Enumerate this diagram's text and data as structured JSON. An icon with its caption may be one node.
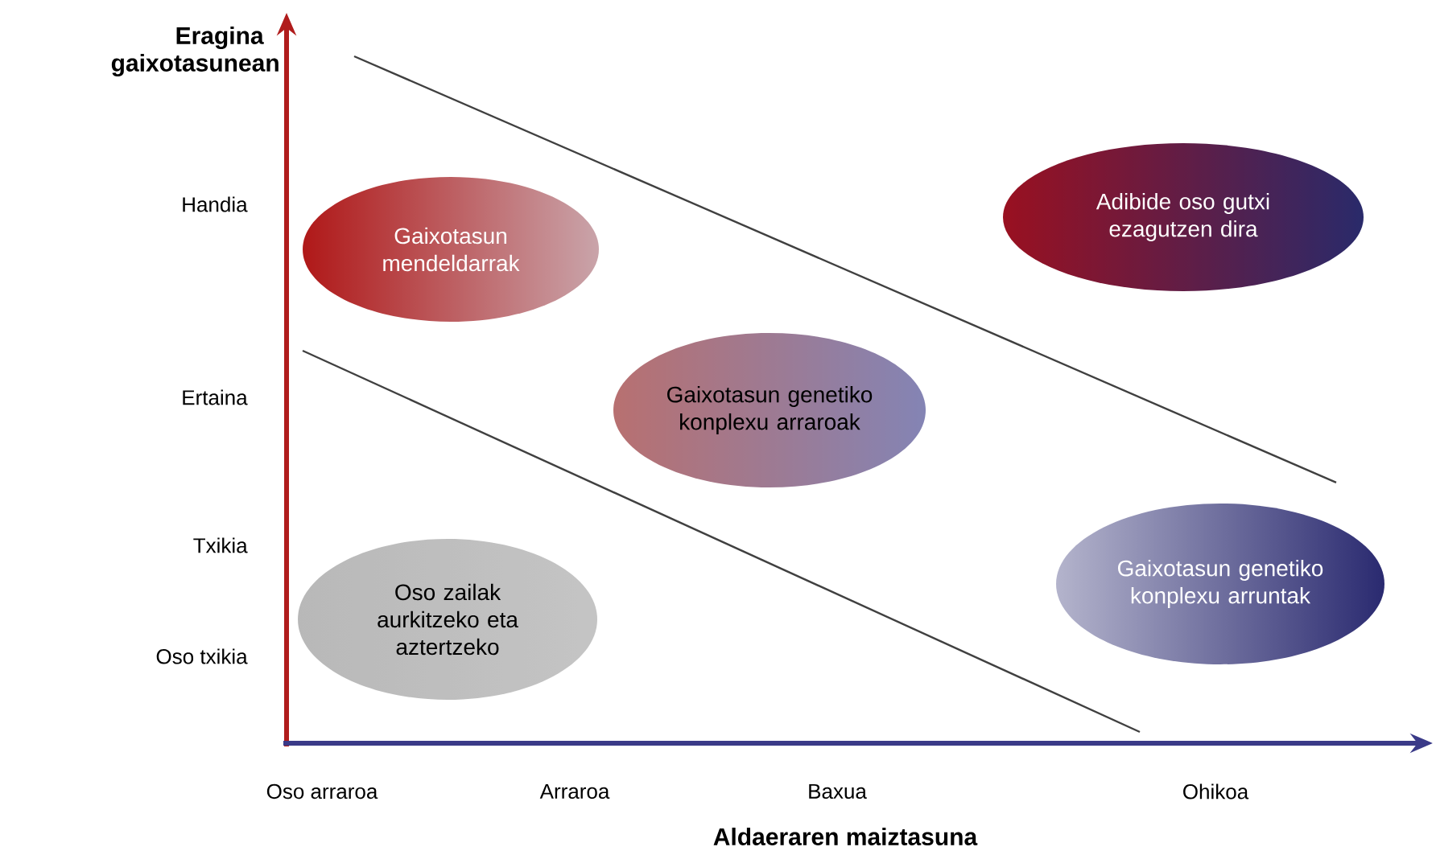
{
  "diagram": {
    "nodes": [
      {
        "text": [
          "Gaixotasun mendeldarrak"
        ]
      },
      {
        "text": [
          "Adibide oso gutxi ezagutzen dira"
        ]
      },
      {
        "text": [
          "Gaixotasun genetiko konplexu arraroak"
        ]
      },
      {
        "text": [
          "Oso zailak aurkitzeko eta aztertzeko"
        ]
      },
      {
        "text": [
          "Gaixotasun genetiko konplexu arruntak"
        ]
      }
    ],
    "edges": [],
    "labels": [
      "Eragina gaixotasunean",
      "Handia",
      "Ertaina",
      "Txikia",
      "Oso txikia",
      "Oso arraroa",
      "Arraroa",
      "Baxua",
      "Ohikoa",
      "Aldaeraren maiztasuna"
    ]
  }
}
